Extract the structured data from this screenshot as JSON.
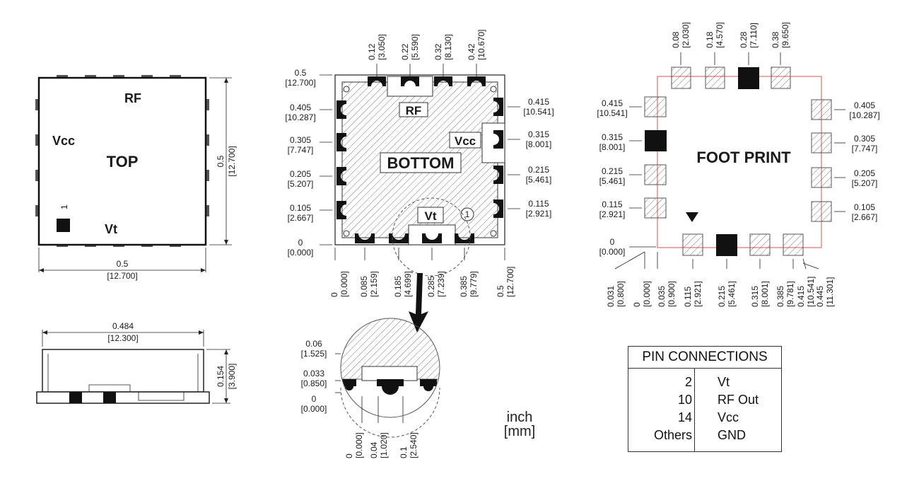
{
  "top_view": {
    "labels": {
      "rf": "RF",
      "vcc": "Vcc",
      "top": "TOP",
      "vt": "Vt",
      "pin1": "1"
    },
    "width_in": "0.5",
    "width_mm": "[12.700]",
    "height_in": "0.5",
    "height_mm": "[12.700]"
  },
  "side_view": {
    "length_in": "0.484",
    "length_mm": "[12.300]",
    "height_in": "0.154",
    "height_mm": "[3.900]"
  },
  "bottom_view": {
    "labels": {
      "rf": "RF",
      "vcc": "Vcc",
      "bottom": "BOTTOM",
      "vt": "Vt",
      "pin1": "1"
    },
    "top_dims": [
      {
        "in": "0.12",
        "mm": "[3.050]"
      },
      {
        "in": "0.22",
        "mm": "[5.590]"
      },
      {
        "in": "0.32",
        "mm": "[8.130]"
      },
      {
        "in": "0.42",
        "mm": "[10.670]"
      }
    ],
    "left_dims": [
      {
        "in": "0.5",
        "mm": "[12.700]"
      },
      {
        "in": "0.405",
        "mm": "[10.287]"
      },
      {
        "in": "0.305",
        "mm": "[7.747]"
      },
      {
        "in": "0.205",
        "mm": "[5.207]"
      },
      {
        "in": "0.105",
        "mm": "[2.667]"
      },
      {
        "in": "0",
        "mm": "[0.000]"
      }
    ],
    "right_dims": [
      {
        "in": "0.415",
        "mm": "[10.541]"
      },
      {
        "in": "0.315",
        "mm": "[8.001]"
      },
      {
        "in": "0.215",
        "mm": "[5.461]"
      },
      {
        "in": "0.115",
        "mm": "[2.921]"
      }
    ],
    "bottom_dims": [
      {
        "in": "0",
        "mm": "[0.000]"
      },
      {
        "in": "0.085",
        "mm": "[2.159]"
      },
      {
        "in": "0.185",
        "mm": "[4.699]"
      },
      {
        "in": "0.285",
        "mm": "[7.239]"
      },
      {
        "in": "0.385",
        "mm": "[9.779]"
      },
      {
        "in": "0.5",
        "mm": "[12.700]"
      }
    ]
  },
  "detail_view": {
    "left_dims": [
      {
        "in": "0.06",
        "mm": "[1.525]"
      },
      {
        "in": "0.033",
        "mm": "[0.850]"
      },
      {
        "in": "0",
        "mm": "[0.000]"
      }
    ],
    "bottom_dims": [
      {
        "in": "0",
        "mm": "[0.000]"
      },
      {
        "in": "0.04",
        "mm": "[1.020]"
      },
      {
        "in": "0.1",
        "mm": "[2.540]"
      }
    ]
  },
  "units": {
    "inch": "inch",
    "mm": "[mm]"
  },
  "footprint": {
    "title": "FOOT PRINT",
    "top_dims": [
      {
        "in": "0.08",
        "mm": "[2.030]"
      },
      {
        "in": "0.18",
        "mm": "[4.570]"
      },
      {
        "in": "0.28",
        "mm": "[7.110]"
      },
      {
        "in": "0.38",
        "mm": "[9.650]"
      }
    ],
    "left_dims": [
      {
        "in": "0.415",
        "mm": "[10.541]"
      },
      {
        "in": "0.315",
        "mm": "[8.001]"
      },
      {
        "in": "0.215",
        "mm": "[5.461]"
      },
      {
        "in": "0.115",
        "mm": "[2.921]"
      },
      {
        "in": "0",
        "mm": "[0.000]"
      }
    ],
    "right_dims": [
      {
        "in": "0.405",
        "mm": "[10.287]"
      },
      {
        "in": "0.305",
        "mm": "[7.747]"
      },
      {
        "in": "0.205",
        "mm": "[5.207]"
      },
      {
        "in": "0.105",
        "mm": "[2.667]"
      }
    ],
    "bottom_dims": [
      {
        "in": "0.031",
        "mm": "[0.800]"
      },
      {
        "in": "0",
        "mm": "[0.000]"
      },
      {
        "in": "0.035",
        "mm": "[0.900]"
      },
      {
        "in": "0.115",
        "mm": "[2.921]"
      },
      {
        "in": "0.215",
        "mm": "[5.461]"
      },
      {
        "in": "0.315",
        "mm": "[8.001]"
      },
      {
        "in": "0.385",
        "mm": "[9.781]"
      },
      {
        "in": "0.415",
        "mm": "[10.541]"
      },
      {
        "in": "0.445",
        "mm": "[11.301]"
      }
    ]
  },
  "pin_connections": {
    "title": "PIN CONNECTIONS",
    "rows": [
      {
        "pin": "2",
        "function": "Vt"
      },
      {
        "pin": "10",
        "function": "RF Out"
      },
      {
        "pin": "14",
        "function": "Vcc"
      },
      {
        "pin": "Others",
        "function": "GND"
      }
    ]
  },
  "colors": {
    "outline": "#222222",
    "footprint_outline": "#d9534f",
    "solid_pad": "#111111"
  }
}
